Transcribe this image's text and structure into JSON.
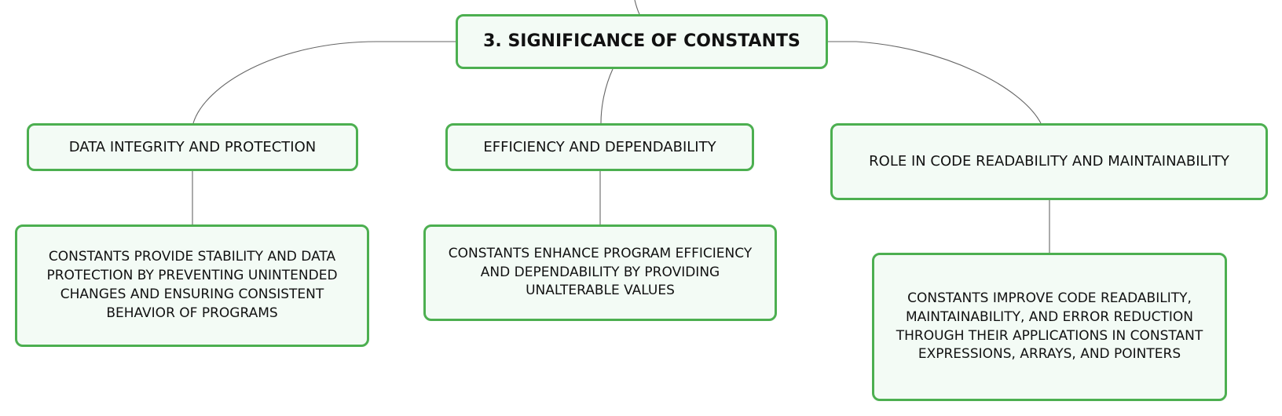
{
  "diagram": {
    "central": {
      "label": "3. SIGNIFICANCE OF CONSTANTS"
    },
    "branches": [
      {
        "topic": "DATA INTEGRITY AND PROTECTION",
        "detail": "CONSTANTS PROVIDE STABILITY AND DATA PROTECTION BY PREVENTING UNINTENDED CHANGES AND ENSURING CONSISTENT BEHAVIOR OF PROGRAMS"
      },
      {
        "topic": "EFFICIENCY AND DEPENDABILITY",
        "detail": "CONSTANTS ENHANCE PROGRAM EFFICIENCY AND DEPENDABILITY BY PROVIDING UNALTERABLE VALUES"
      },
      {
        "topic": "ROLE IN CODE READABILITY AND MAINTAINABILITY",
        "detail": "CONSTANTS IMPROVE CODE READABILITY, MAINTAINABILITY, AND ERROR REDUCTION THROUGH THEIR APPLICATIONS IN CONSTANT EXPRESSIONS, ARRAYS, AND POINTERS"
      }
    ],
    "colors": {
      "node_border": "#4caf50",
      "node_fill": "#f3fbf5",
      "connector": "#666666",
      "text": "#111111"
    }
  }
}
